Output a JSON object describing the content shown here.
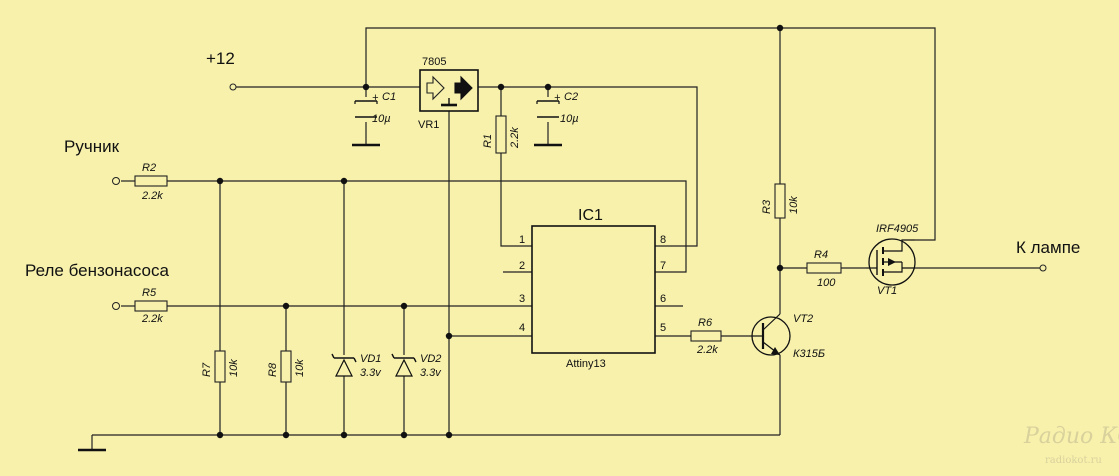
{
  "labels": {
    "supply": "+12",
    "input_handbrake": "Ручник",
    "input_pump_relay": "Реле бензонасоса",
    "output_lamp": "К лампе"
  },
  "regulator": {
    "part": "7805",
    "ref": "VR1"
  },
  "mcu": {
    "ref": "IC1",
    "part": "Attiny13",
    "pins_left": [
      "1",
      "2",
      "3",
      "4"
    ],
    "pins_right": [
      "8",
      "7",
      "6",
      "5"
    ]
  },
  "capacitors": [
    {
      "ref": "C1",
      "value": "10µ",
      "polarity": "+"
    },
    {
      "ref": "C2",
      "value": "10µ",
      "polarity": "+"
    }
  ],
  "resistors": [
    {
      "ref": "R1",
      "value": "2.2k"
    },
    {
      "ref": "R2",
      "value": "2.2k"
    },
    {
      "ref": "R3",
      "value": "10k"
    },
    {
      "ref": "R4",
      "value": "100"
    },
    {
      "ref": "R5",
      "value": "2.2k"
    },
    {
      "ref": "R6",
      "value": "2.2k"
    },
    {
      "ref": "R7",
      "value": "10k"
    },
    {
      "ref": "R8",
      "value": "10k"
    }
  ],
  "diodes": [
    {
      "ref": "VD1",
      "value": "3.3v"
    },
    {
      "ref": "VD2",
      "value": "3.3v"
    }
  ],
  "transistors": [
    {
      "ref": "VT1",
      "part": "IRF4905"
    },
    {
      "ref": "VT2",
      "part": "К315Б"
    }
  ],
  "watermark": {
    "brand": "Радио КОТ",
    "site": "radiokot.ru"
  }
}
